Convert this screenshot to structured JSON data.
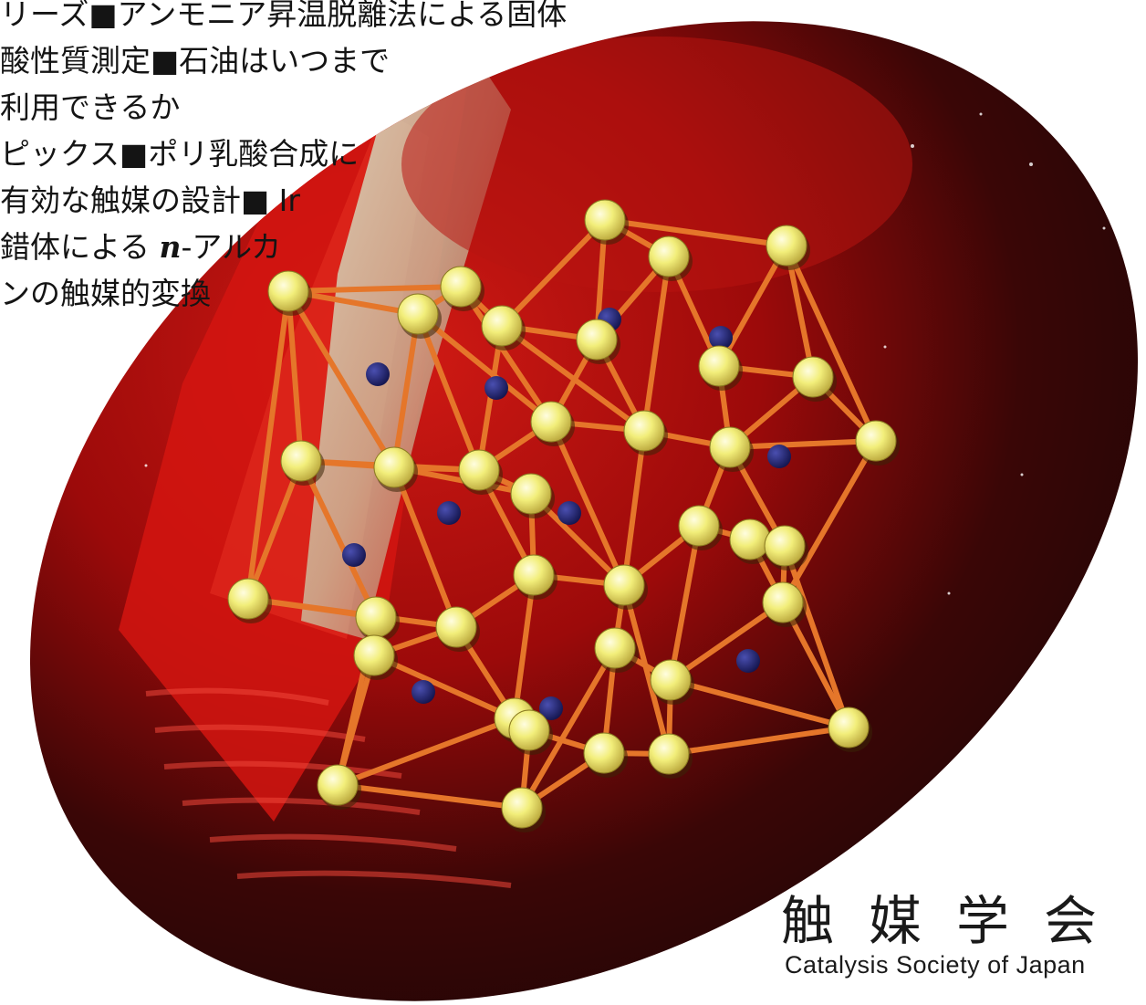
{
  "contents": {
    "line1": "リーズ■アンモニア昇温脱離法による固体",
    "line2": "酸性質測定■石油はいつまで",
    "line3": "利用できるか",
    "line4": "ピックス■ポリ乳酸合成に",
    "line5": "有効な触媒の設計■ Ir",
    "line6_pre": "錯体による ",
    "line6_n": "n",
    "line6_post": "-アルカ",
    "line7": "ンの触媒的変換"
  },
  "society": {
    "name_jp": "触媒学会",
    "name_en": "Catalysis Society of Japan"
  },
  "colors": {
    "atom_yellow": "#f2ee7a",
    "atom_blue": "#1c1d6a",
    "bond_orange": "#e5762a",
    "background_red": "#c41212",
    "background_dark": "#0b0404"
  }
}
